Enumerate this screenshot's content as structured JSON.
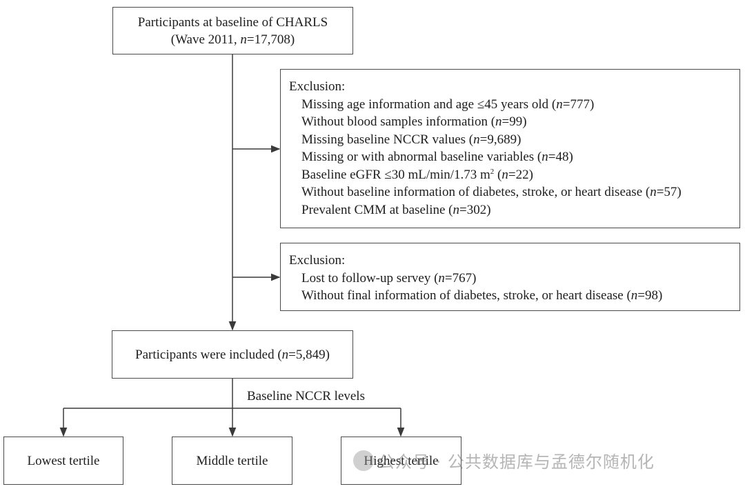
{
  "baseline_box": {
    "line1": "Participants at baseline of CHARLS",
    "line2_prefix": "(Wave 2011, ",
    "line2_n": "n",
    "line2_value": "=17,708)"
  },
  "exclusion1": {
    "title": "Exclusion:",
    "items": [
      {
        "text": "Missing age information and age ≤45 years old (",
        "n": "n",
        "value": "=777)"
      },
      {
        "text": "Without blood samples information (",
        "n": "n",
        "value": "=99)"
      },
      {
        "text": "Missing baseline NCCR values (",
        "n": "n",
        "value": "=9,689)"
      },
      {
        "text": "Missing or with abnormal baseline variables (",
        "n": "n",
        "value": "=48)"
      },
      {
        "text": "Baseline eGFR ≤30 mL/min/1.73 m",
        "sup": "2",
        "text2": " (",
        "n": "n",
        "value": "=22)"
      },
      {
        "text": "Without baseline information of diabetes, stroke, or heart disease (",
        "n": "n",
        "value": "=57)"
      },
      {
        "text": "Prevalent CMM at baseline (",
        "n": "n",
        "value": "=302)"
      }
    ]
  },
  "exclusion2": {
    "title": "Exclusion:",
    "items": [
      {
        "text": "Lost to follow-up servey (",
        "n": "n",
        "value": "=767)"
      },
      {
        "text": "Without final information of diabetes, stroke, or heart disease (",
        "n": "n",
        "value": "=98)"
      }
    ]
  },
  "included_box": {
    "prefix": "Participants were included (",
    "n": "n",
    "value": "=5,849)"
  },
  "split_label": "Baseline NCCR levels",
  "tertiles": {
    "lowest": "Lowest tertile",
    "middle": "Middle tertile",
    "highest": "Highest tertile"
  },
  "watermark": {
    "text": "公众号 · 公共数据库与孟德尔随机化",
    "icon": "wechat-icon"
  },
  "colors": {
    "line": "#3a3a3a",
    "text": "#1e1e1e"
  }
}
